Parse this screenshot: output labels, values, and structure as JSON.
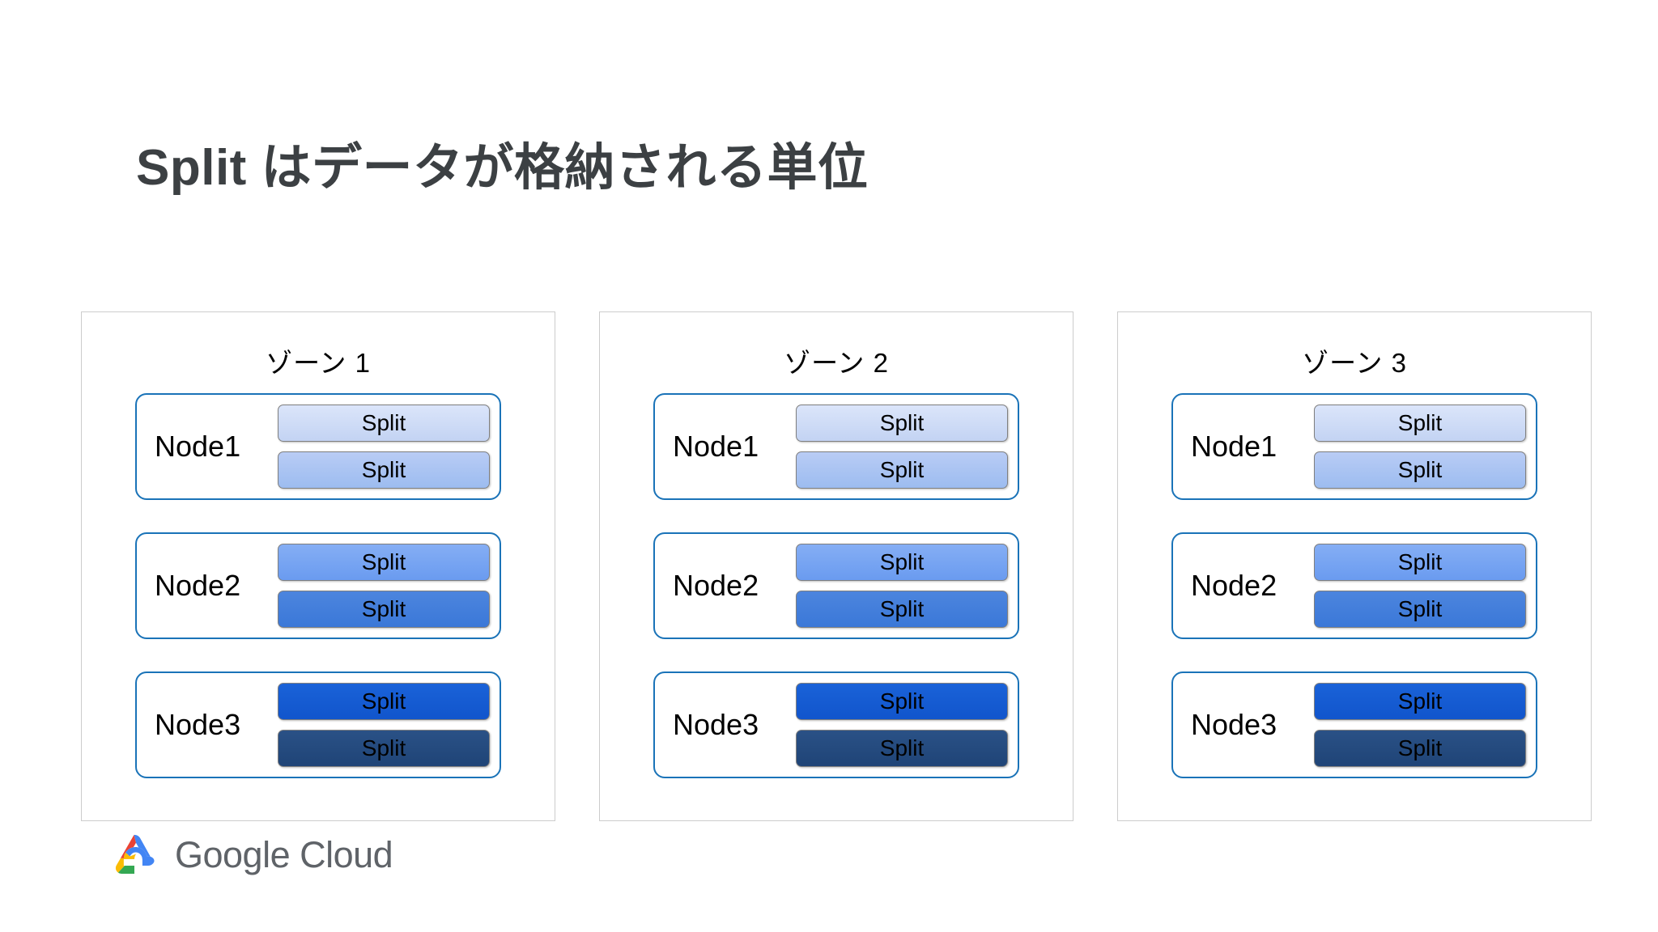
{
  "slide": {
    "title": "Split はデータが格納される単位",
    "title_color": "#3c4043",
    "background": "#ffffff"
  },
  "zones": [
    {
      "label": "ゾーン 1",
      "nodes": [
        {
          "label": "Node1",
          "splits": [
            {
              "label": "Split",
              "color": "#c3d3f3"
            },
            {
              "label": "Split",
              "color": "#9cbcf0"
            }
          ]
        },
        {
          "label": "Node2",
          "splits": [
            {
              "label": "Split",
              "color": "#6a9bf0"
            },
            {
              "label": "Split",
              "color": "#3b78d8"
            }
          ]
        },
        {
          "label": "Node3",
          "splits": [
            {
              "label": "Split",
              "color": "#1155cc"
            },
            {
              "label": "Split",
              "color": "#1f4477"
            }
          ]
        }
      ]
    },
    {
      "label": "ゾーン 2",
      "nodes": [
        {
          "label": "Node1",
          "splits": [
            {
              "label": "Split",
              "color": "#c3d3f3"
            },
            {
              "label": "Split",
              "color": "#9cbcf0"
            }
          ]
        },
        {
          "label": "Node2",
          "splits": [
            {
              "label": "Split",
              "color": "#6a9bf0"
            },
            {
              "label": "Split",
              "color": "#3b78d8"
            }
          ]
        },
        {
          "label": "Node3",
          "splits": [
            {
              "label": "Split",
              "color": "#1155cc"
            },
            {
              "label": "Split",
              "color": "#1f4477"
            }
          ]
        }
      ]
    },
    {
      "label": "ゾーン 3",
      "nodes": [
        {
          "label": "Node1",
          "splits": [
            {
              "label": "Split",
              "color": "#c3d3f3"
            },
            {
              "label": "Split",
              "color": "#9cbcf0"
            }
          ]
        },
        {
          "label": "Node2",
          "splits": [
            {
              "label": "Split",
              "color": "#6a9bf0"
            },
            {
              "label": "Split",
              "color": "#3b78d8"
            }
          ]
        },
        {
          "label": "Node3",
          "splits": [
            {
              "label": "Split",
              "color": "#1155cc"
            },
            {
              "label": "Split",
              "color": "#1f4477"
            }
          ]
        }
      ]
    }
  ],
  "branding": {
    "wordmark": "Google Cloud",
    "wordmark_color": "#5f6368",
    "mark_colors": {
      "red": "#ea4335",
      "yellow": "#fbbc04",
      "green": "#34a853",
      "blue": "#4285f4"
    }
  },
  "theme": {
    "zone_border": "#cccccc",
    "node_border": "#1a73b8",
    "split_border": "#7f7f7f"
  }
}
